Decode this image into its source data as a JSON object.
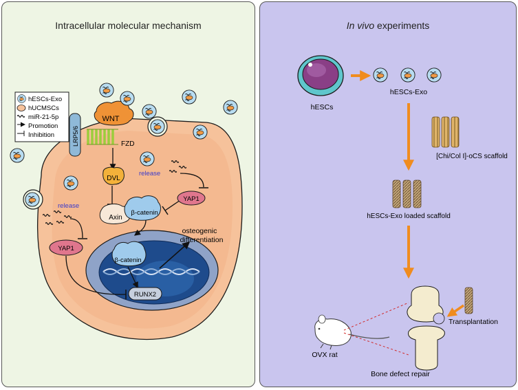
{
  "left_panel": {
    "title": "Intracellular molecular mechanism",
    "legend": [
      {
        "icon": "exosome-icon",
        "label": "hESCs-Exo"
      },
      {
        "icon": "cell-icon",
        "label": "hUCMSCs"
      },
      {
        "icon": "mirna-icon",
        "label": "miR-21-5p"
      },
      {
        "icon": "arrow-icon",
        "label": "Promotion"
      },
      {
        "icon": "inhibition-icon",
        "label": "Inhibition"
      }
    ],
    "labels": {
      "wnt": "WNT",
      "lrp": "LRP5/6",
      "fzd": "FZD",
      "dvl": "DVL",
      "axin": "Axin",
      "beta_catenin": "β-catenin",
      "yap1": "YAP1",
      "release": "release",
      "runx2": "RUNX2",
      "osteo_line1": "osteogenic",
      "osteo_line2": "differentiation"
    }
  },
  "right_panel": {
    "title_italic": "In vivo",
    "title_rest": " experiments",
    "labels": {
      "hescs": "hESCs",
      "hescs_exo": "hESCs-Exo",
      "scaffold": "[Chi/Col I]-oCS scaffold",
      "loaded_scaffold": "hESCs-Exo loaded scaffold",
      "transplantation": "Transplantation",
      "ovx_rat": "OVX rat",
      "bone_repair": "Bone defect repair"
    }
  },
  "colors": {
    "left_bg": "#eef5e4",
    "right_bg": "#c9c5ee",
    "cell": "#f6c29b",
    "nucleus_outer": "#8fa3c8",
    "nucleus_inner": "#1e4b8c",
    "wnt": "#ef9236",
    "yap": "#e0768d",
    "catenin": "#9fcbec",
    "exosome": "#b8dcf0",
    "arrow_orange": "#f08c1e",
    "release_text": "#3a3acb"
  }
}
